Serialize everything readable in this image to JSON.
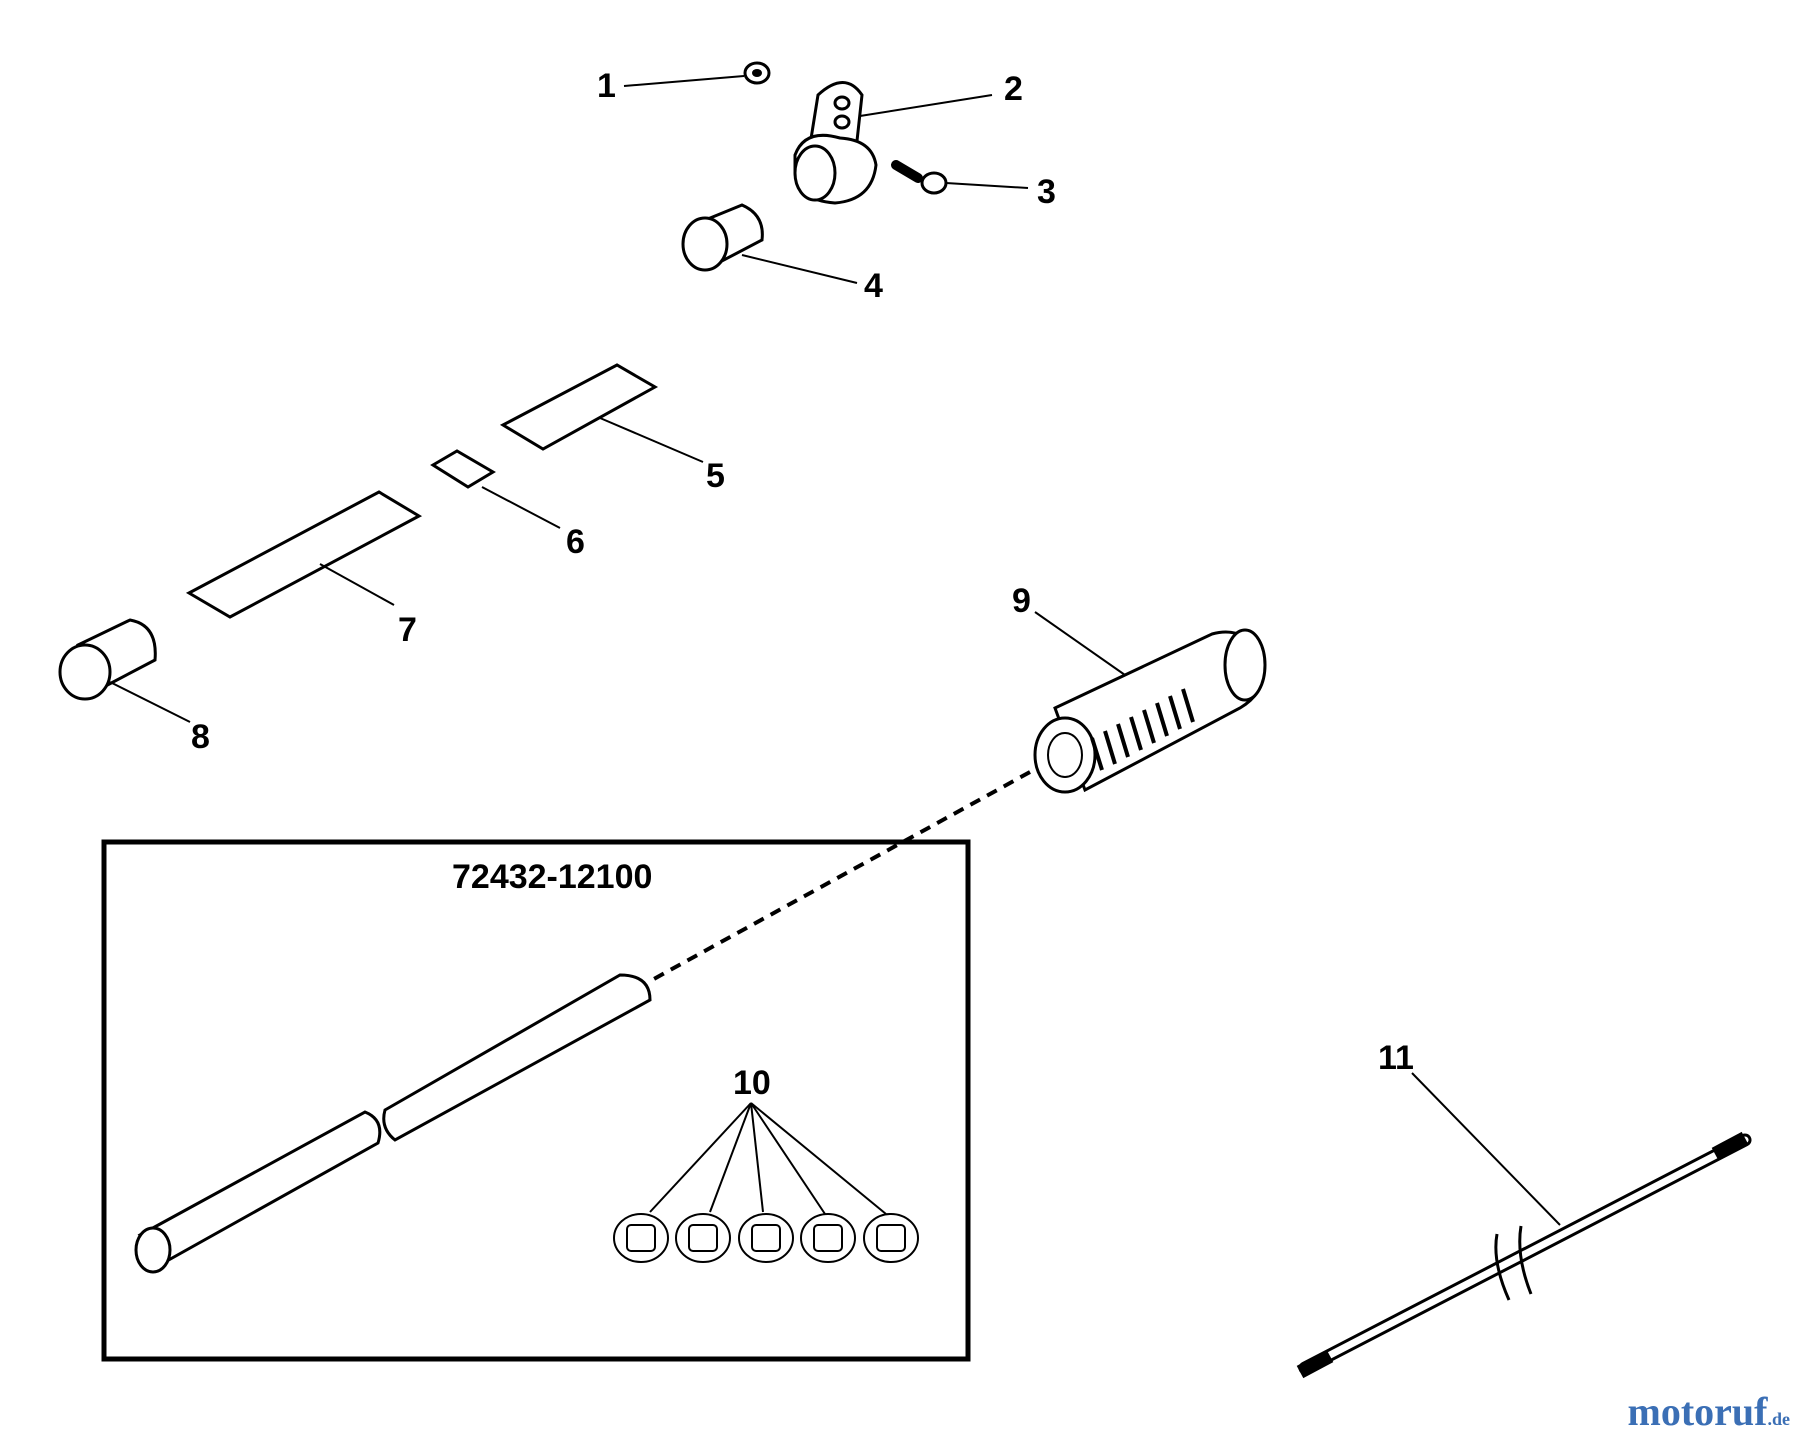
{
  "callouts": [
    "1",
    "2",
    "3",
    "4",
    "5",
    "6",
    "7",
    "8",
    "9",
    "10",
    "11"
  ],
  "kit_label": "72432-12100",
  "watermark": {
    "text_main": "motoruf",
    "text_suffix": ".de"
  }
}
